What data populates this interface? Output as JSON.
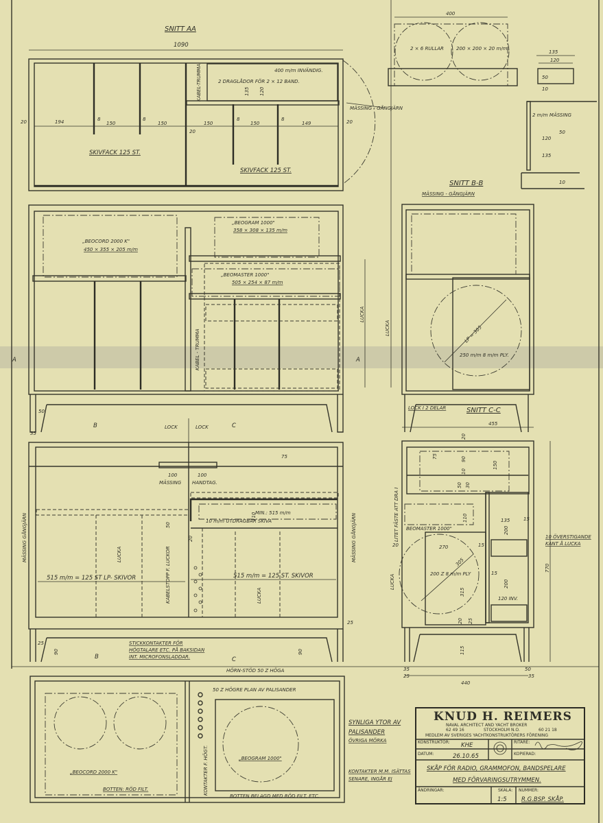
{
  "section_aa": {
    "title": "SNITT AA",
    "overall_width": "1090",
    "drawers": "2 DRAGLÅDOR FÖR 2 × 12 BAND.",
    "inner_width": "400 m/m INVÄNDIG.",
    "cable_duct": "KABEL-TRUMMA",
    "dims": [
      "20",
      "194",
      "8",
      "150",
      "8",
      "150",
      "20",
      "150",
      "8",
      "150",
      "8",
      "149",
      "20",
      "135",
      "120"
    ],
    "label_left": "SKIVFACK 125 ST.",
    "label_right": "SKIVFACK 125 ST.",
    "hinge": "MÄSSING - GÅNGJÄRN"
  },
  "drawer_plan": {
    "width": "400",
    "rolls": "2 × 6 RULLAR",
    "roll_size": "200 × 200 × 20 m/m."
  },
  "profile": {
    "outer": "135",
    "inner": "120",
    "height": "50",
    "base": "10"
  },
  "brass_detail": {
    "material": "2 m/m MÄSSING",
    "height": "50",
    "d120": "120",
    "d135": "135",
    "base": "10"
  },
  "front": {
    "beocord": "„BEOCORD 2000 K\"",
    "beocord_dim": "450 × 355 × 205 m/m",
    "beogram": "„BEOGRAM 1000\"",
    "beogram_dim": "358 × 308 × 135 m/m",
    "beomaster": "„BEOMASTER 1000\"",
    "beomaster_dim": "505 × 254 × 87 m/m",
    "cable_duct": "KABEL - TRUMMA",
    "door": "LUCKA",
    "section_a": "A",
    "leg_dim": "50",
    "leg_dim2": "35",
    "section_b": "B",
    "section_c": "C",
    "lid_left": "LOCK",
    "lid_right": "LOCK"
  },
  "section_bb": {
    "title": "SNITT B-B",
    "hinge": "MÄSSING - GÅNGJÄRN",
    "lp": "LP = 305",
    "ply": "250 m/m 8 m/m PLY.",
    "door": "LUCKA"
  },
  "lower": {
    "d75": "75",
    "d100a": "100",
    "d100b": "100",
    "brass": "MÄSSING",
    "handle": "HANDTAG.",
    "hinge_left": "MÄSSING GÅNGJÄRN",
    "hinge_right": "MÄSSING GÅNGJÄRN",
    "left_records": "515 m/m = 125 ST  LP- SKIVOR",
    "door_left": "LUCKA",
    "cable_stop": "KABELSTOPP F. LUCKOR",
    "d50": "50",
    "d20": "20",
    "shelf": "10 m/m UTDRAGBAR SKIVA",
    "min": "MIN.: 515 m/m",
    "d110": "110",
    "right_records": "515 m/m = 125 ST.  SKIVOR",
    "door_right": "LUCKA",
    "d25a": "25",
    "d25b": "25",
    "d90a": "90",
    "d90b": "90",
    "sockets": [
      "STICKKONTAKTER FÖR",
      "HÖGTALARE ETC. PÅ BAKSIDAN",
      "INT. MICROFONSLADDAR."
    ],
    "pull_note": "LITET FÄSTE ATT DRA I",
    "section_b": "B",
    "section_c": "C"
  },
  "section_cc": {
    "title": "SNITT C-C",
    "lid": "LOCK I 2 DELAR",
    "width": "455",
    "dims": [
      "20",
      "75",
      "90",
      "10",
      "150",
      "50",
      "30",
      "110",
      "135",
      "15",
      "200",
      "20",
      "270",
      "15",
      "305",
      "315",
      "15",
      "200",
      "20",
      "25",
      "115",
      "770",
      "35",
      "25",
      "50",
      "35",
      "440"
    ],
    "beomaster": "BEOMASTER 1000\"",
    "ply": "200 Z 8 m/m PLY",
    "inner": "120 INV.",
    "edge_note": [
      "10 ÖVERSTIGANDE",
      "KANT Å LUCKA"
    ],
    "door": "LUCKA"
  },
  "plan": {
    "corner": "HÖRN-STÖD 50 Z HÖGA",
    "raised": "50 Z HÖGRE PLAN AV PALISANDER",
    "beocord": "„BEOCORD 2000 K\"",
    "bottom_left": "BOTTEN: RÖD FILT.",
    "contacts": "KONTAKTER F. HÖGT.",
    "beogram": "„BEOGRAM 1000\"",
    "bottom_right": "BOTTEN BELAGD MED RÖD FILT, ETC."
  },
  "notes": {
    "lines": [
      "SYNLIGA YTOR AV",
      "PALISANDER",
      "ÖVRIGA MÖRKA"
    ],
    "contacts": [
      "KONTAKTER M.M. ISÄTTAS",
      "SENARE, INGÅR EJ"
    ]
  },
  "title_block": {
    "firm": "KNUD H. REIMERS",
    "subtitle": "NAVAL ARCHITECT AND YACHT BROKER",
    "phone1": "62 49 16",
    "city": "STOCKHOLM N.O.",
    "phone2": "60 21 18",
    "member": "MEDLEM AV SVERIGES YACHTKONSTRUKTÖRERS FÖRENING",
    "designer_label": "KONSTRUKTÖR:",
    "designer": "KHE",
    "date_label": "DATUM:",
    "date": "26.10.65",
    "drawn_label": "RITARE:",
    "copied_label": "KOPIERAD:",
    "title": [
      "SKÅP FÖR RADIO, GRAMMOFON, BANDSPELARE",
      "MED FÖRVARINGSUTRYMMEN."
    ],
    "changes_label": "ÄNDRINGAR:",
    "scale_label": "SKALA:",
    "scale": "1:5",
    "number_label": "NUMMER:",
    "number": "R.G.BSP. SKÅP."
  }
}
